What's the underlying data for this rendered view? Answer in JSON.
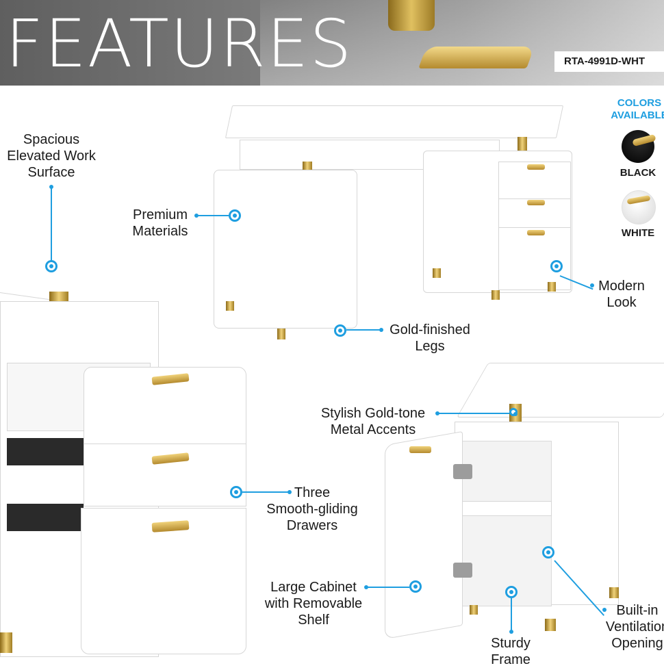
{
  "header": {
    "title": "FEATURES",
    "sku": "RTA-4991D-WHT"
  },
  "colors": {
    "title": "COLORS AVAILABLE",
    "options": [
      {
        "label": "BLACK"
      },
      {
        "label": "WHITE"
      }
    ]
  },
  "features": [
    {
      "label": "Spacious\nElevated Work\nSurface"
    },
    {
      "label": "Premium\nMaterials"
    },
    {
      "label": "Modern\nLook"
    },
    {
      "label": "Gold-finished\nLegs"
    },
    {
      "label": "Stylish Gold-tone\nMetal Accents"
    },
    {
      "label": "Three\nSmooth-gliding\nDrawers"
    },
    {
      "label": "Large Cabinet\nwith Removable\nShelf"
    },
    {
      "label": "Built-in\nVentilation\nOpening"
    },
    {
      "label": "Sturdy\nFrame"
    }
  ],
  "accent_color": "#1e9ee0",
  "gold_color": "#c9a44a"
}
